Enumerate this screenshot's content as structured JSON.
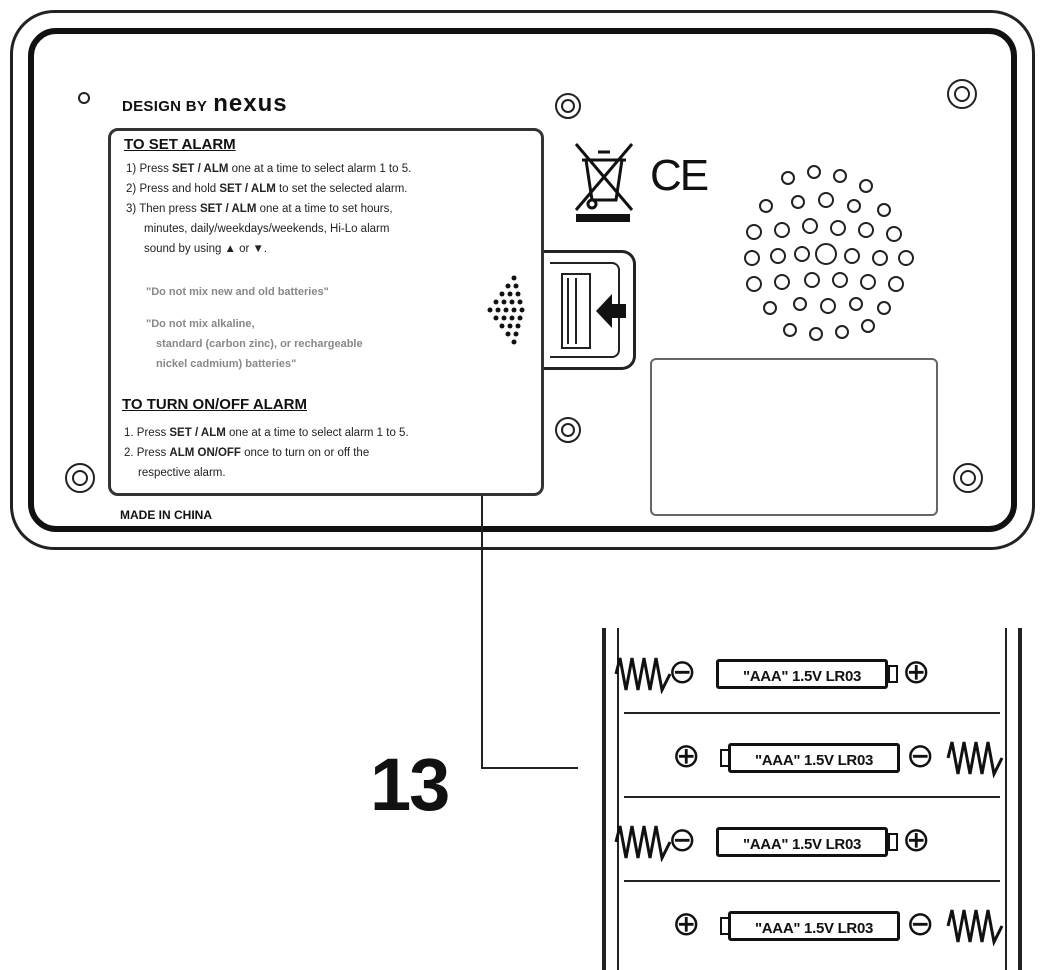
{
  "device": {
    "brand_prefix": "DESIGN BY",
    "brand_logo": "nexus",
    "made_in": "MADE IN CHINA",
    "certification_mark": "CE",
    "recycle_icon": "crossed-out-wheelie-bin-icon"
  },
  "instructions": {
    "set_alarm": {
      "title": "TO SET ALARM",
      "steps": [
        {
          "n": "1)",
          "pre": "Press ",
          "bold": "SET / ALM",
          "post": " one at a time to select alarm 1 to 5."
        },
        {
          "n": "2)",
          "pre": "Press and hold ",
          "bold": "SET / ALM",
          "post": " to set the selected alarm."
        },
        {
          "n": "3)",
          "pre": "Then press ",
          "bold": "SET / ALM",
          "post": " one at a time to set hours,"
        }
      ],
      "step3_cont1": "minutes, daily/weekdays/weekends, Hi-Lo alarm",
      "step3_cont2": "sound by using ▲ or ▼."
    },
    "warnings": {
      "w1": "\"Do not mix new and old batteries\"",
      "w2_line1": "\"Do not mix alkaline,",
      "w2_line2": "standard (carbon zinc), or rechargeable",
      "w2_line3": "nickel cadmium) batteries\""
    },
    "turn_on_off": {
      "title": "TO TURN ON/OFF ALARM",
      "steps": [
        {
          "n": "1.",
          "pre": "Press ",
          "bold": "SET / ALM",
          "post": " one at a time to select alarm 1 to 5."
        },
        {
          "n": "2.",
          "pre": "Press ",
          "bold": "ALM ON/OFF",
          "post": " once to turn on or off  the"
        }
      ],
      "step2_cont": "respective alarm."
    }
  },
  "callout": {
    "number": "13"
  },
  "batteries": [
    {
      "label": "\"AAA\" 1.5V LR03",
      "left_terminal": "⊖",
      "right_terminal": "⊕",
      "spring_side": "left"
    },
    {
      "label": "\"AAA\" 1.5V LR03",
      "left_terminal": "⊕",
      "right_terminal": "⊖",
      "spring_side": "right"
    },
    {
      "label": "\"AAA\" 1.5V LR03",
      "left_terminal": "⊖",
      "right_terminal": "⊕",
      "spring_side": "left"
    },
    {
      "label": "\"AAA\" 1.5V LR03",
      "left_terminal": "⊕",
      "right_terminal": "⊖",
      "spring_side": "right"
    }
  ]
}
